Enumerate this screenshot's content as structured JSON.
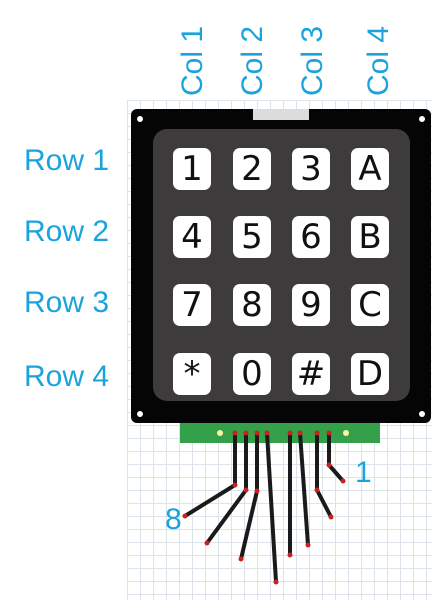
{
  "column_labels": [
    "Col 1",
    "Col 2",
    "Col 3",
    "Col 4"
  ],
  "row_labels": [
    "Row 1",
    "Row 2",
    "Row 3",
    "Row 4"
  ],
  "keys": [
    [
      "1",
      "2",
      "3",
      "A"
    ],
    [
      "4",
      "5",
      "6",
      "B"
    ],
    [
      "7",
      "8",
      "9",
      "C"
    ],
    [
      "*",
      "0",
      "#",
      "D"
    ]
  ],
  "pin_labels": {
    "first": "1",
    "last": "8"
  },
  "colors": {
    "label": "#1aa3dc",
    "keypad_body": "#050505",
    "keypad_panel": "#3d3b3b",
    "key_face": "#ffffff",
    "connector": "#34a04a",
    "wire": "#1a1a1a",
    "wire_tip": "#cc1f1f"
  }
}
